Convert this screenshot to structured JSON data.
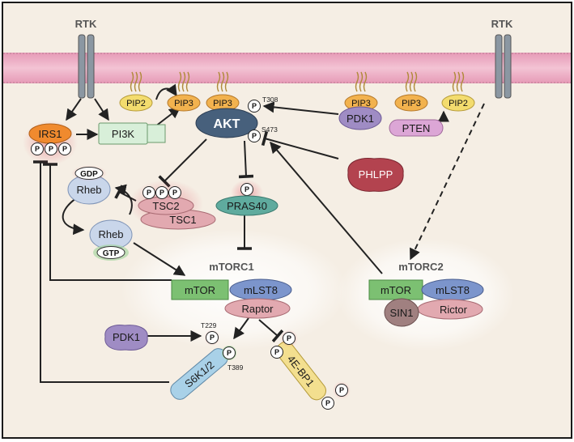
{
  "receptors": {
    "left": "RTK",
    "right": "RTK"
  },
  "membrane_lipids": {
    "pip2_left": "PIP2",
    "pip3_left": "PIP3",
    "pip3_akt": "PIP3",
    "pip3_pdk1": "PIP3",
    "pip3_pten": "PIP3",
    "pip2_right": "PIP2"
  },
  "proteins": {
    "irs1": "IRS1",
    "pi3k": "PI3K",
    "akt": "AKT",
    "pdk1_top": "PDK1",
    "pten": "PTEN",
    "phlpp": "PHLPP",
    "tsc2": "TSC2",
    "tsc1": "TSC1",
    "pras40": "PRAS40",
    "rheb_gdp": "Rheb",
    "rheb_gtp": "Rheb",
    "gdp": "GDP",
    "gtp": "GTP",
    "pdk1_bottom": "PDK1",
    "s6k": "S6K1/2",
    "eif": "4E-BP1"
  },
  "mtorc1": {
    "title": "mTORC1",
    "mtor": "mTOR",
    "mlst8": "mLST8",
    "raptor": "Raptor"
  },
  "mtorc2": {
    "title": "mTORC2",
    "mtor": "mTOR",
    "mlst8": "mLST8",
    "rictor": "Rictor",
    "sin1": "SIN1"
  },
  "phospho": {
    "p": "P"
  },
  "sites": {
    "t308": "T308",
    "s473": "S473",
    "t229": "T229",
    "t389": "T389"
  },
  "colors": {
    "background": "#f5eee4",
    "membrane": "#e8a8c0",
    "membrane_line": "#c9879f",
    "pip2": "#f3dc6e",
    "pip3": "#f2b24e",
    "irs1": "#f08a2e",
    "pi3k": "#d8efd9",
    "akt": "#47607c",
    "pdk1": "#9f8cc4",
    "pten": "#dca6d6",
    "phlpp": "#b3434f",
    "tsc": "#e2a9b0",
    "pras40": "#5fab9e",
    "rheb": "#c9d6ea",
    "mtor": "#7cc072",
    "mlst8": "#7c95cc",
    "raptor": "#e2a9b0",
    "sin1": "#a08080",
    "s6k": "#a9d1e8",
    "eif": "#f3df8f"
  }
}
